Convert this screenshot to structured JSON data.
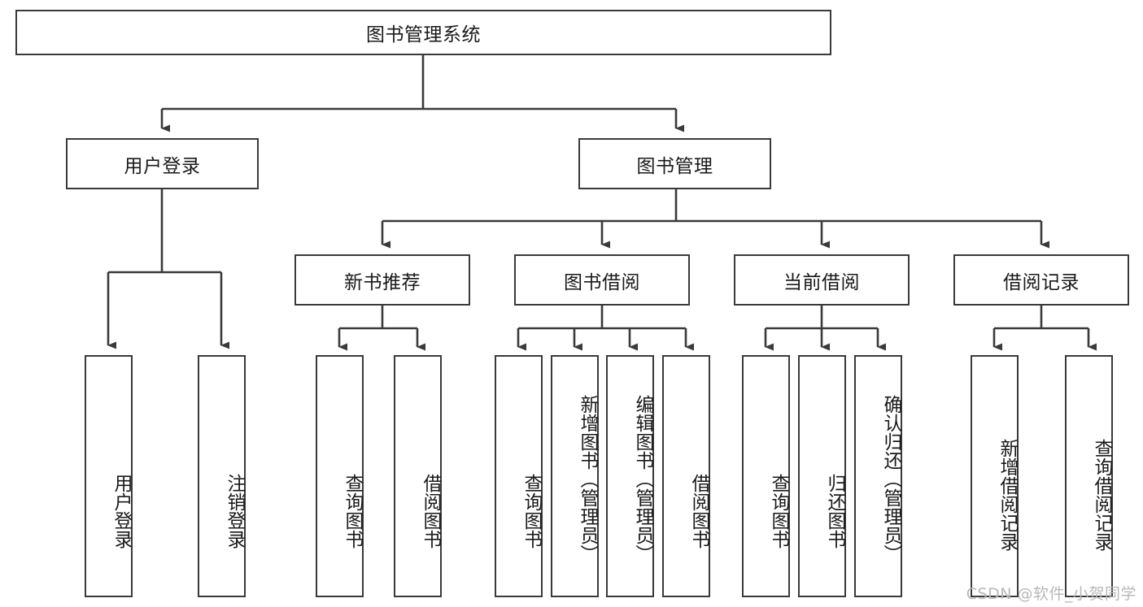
{
  "diagram": {
    "title": "图书管理系统",
    "type": "tree",
    "root": {
      "label": "图书管理系统"
    },
    "level2": [
      {
        "label": "用户登录"
      },
      {
        "label": "图书管理"
      }
    ],
    "level3": [
      {
        "label": "新书推荐"
      },
      {
        "label": "图书借阅"
      },
      {
        "label": "当前借阅"
      },
      {
        "label": "借阅记录"
      }
    ],
    "leaves": {
      "user_login": [
        {
          "label": "用户登录"
        },
        {
          "label": "注销登录"
        }
      ],
      "new_book": [
        {
          "label": "查询图书"
        },
        {
          "label": "借阅图书"
        }
      ],
      "book_borrow": [
        {
          "label": "查询图书"
        },
        {
          "label": "新增图书（管理员）"
        },
        {
          "label": "编辑图书（管理员）"
        },
        {
          "label": "借阅图书"
        }
      ],
      "current_borrow": [
        {
          "label": "查询图书"
        },
        {
          "label": "归还图书"
        },
        {
          "label": "确认归还（管理员）"
        }
      ],
      "borrow_record": [
        {
          "label": "新增借阅记录"
        },
        {
          "label": "查询借阅记录"
        }
      ]
    }
  },
  "watermark": {
    "text": "CSDN @软件_小贺同学"
  },
  "colors": {
    "stroke": "#3a3a3a",
    "background": "#ffffff",
    "text": "#1a1a1a",
    "watermark": "#b8b8b8"
  }
}
